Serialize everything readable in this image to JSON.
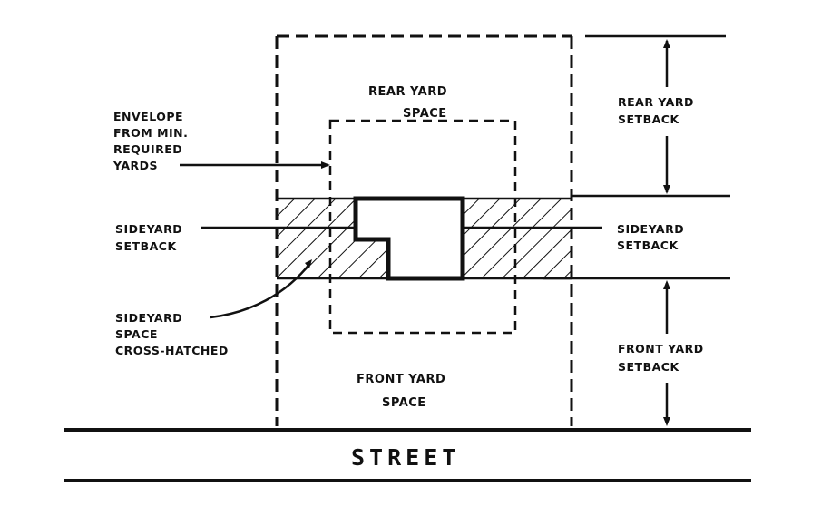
{
  "labels": {
    "rear_yard_space_line1": "REAR  YARD",
    "rear_yard_space_line2": "SPACE",
    "front_yard_space_line1": "FRONT  YARD",
    "front_yard_space_line2": "SPACE",
    "envelope_line1": "ENVELOPE",
    "envelope_line2": "FROM MIN.",
    "envelope_line3": "REQUIRED",
    "envelope_line4": "YARDS",
    "sideyard_setback_left_line1": "SIDEYARD",
    "sideyard_setback_left_line2": "SETBACK",
    "sideyard_setback_right_line1": "SIDEYARD",
    "sideyard_setback_right_line2": "SETBACK",
    "sideyard_space_line1": "SIDEYARD",
    "sideyard_space_line2": "SPACE",
    "sideyard_space_line3": "CROSS-HATCHED",
    "rear_yard_setback_line1": "REAR YARD",
    "rear_yard_setback_line2": "SETBACK",
    "front_yard_setback_line1": "FRONT YARD",
    "front_yard_setback_line2": "SETBACK",
    "street": "STREET"
  },
  "colors": {
    "ink": "#111111",
    "background": "#ffffff"
  }
}
